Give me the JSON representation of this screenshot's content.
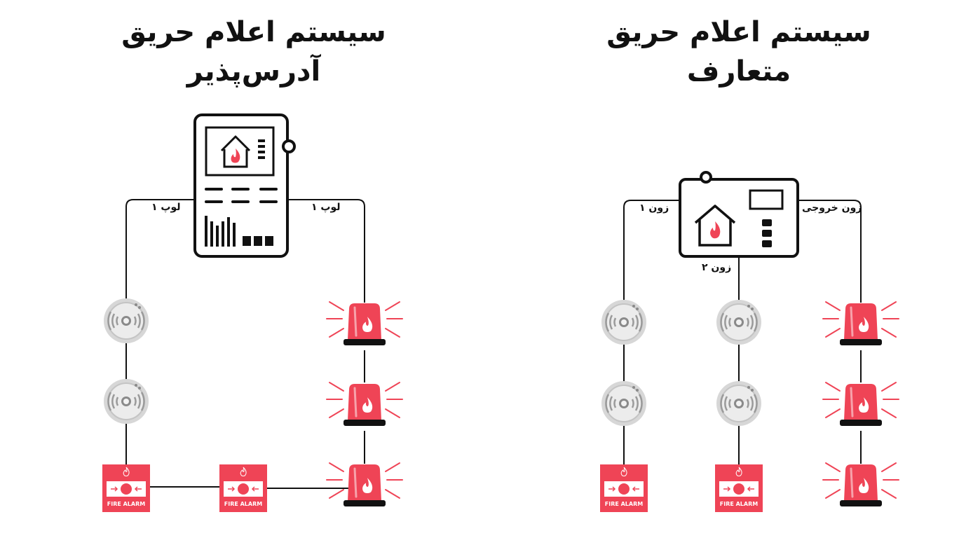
{
  "addressable": {
    "title_line1": "سیستم اعلام حریق",
    "title_line2": "آدرس‌پذیر",
    "loop_left": "لوپ ۱",
    "loop_right": "لوپ ۱"
  },
  "conventional": {
    "title_line1": "سیستم اعلام حریق",
    "title_line2": "متعارف",
    "zone1": "زون ۱",
    "zone2": "زون ۲",
    "zone_output": "زون خروجی"
  },
  "call_point_text": "FIRE ALARM",
  "colors": {
    "accent": "#ef4456",
    "line": "#111111",
    "detector": "#d4d4d4"
  }
}
